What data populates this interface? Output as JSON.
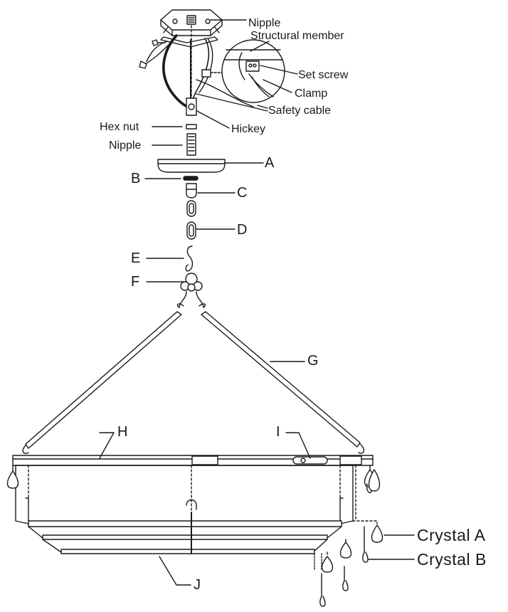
{
  "labels": {
    "nipple_top": "Nipple",
    "structural_member": "Structural member",
    "set_screw": "Set screw",
    "clamp": "Clamp",
    "safety_cable": "Safety cable",
    "hickey": "Hickey",
    "hex_nut": "Hex nut",
    "nipple_mid": "Nipple",
    "part_a": "A",
    "part_b": "B",
    "part_c": "C",
    "part_d": "D",
    "part_e": "E",
    "part_f": "F",
    "part_g": "G",
    "part_h": "H",
    "part_i": "I",
    "part_j": "J",
    "crystal_a": "Crystal A",
    "crystal_b": "Crystal B"
  }
}
